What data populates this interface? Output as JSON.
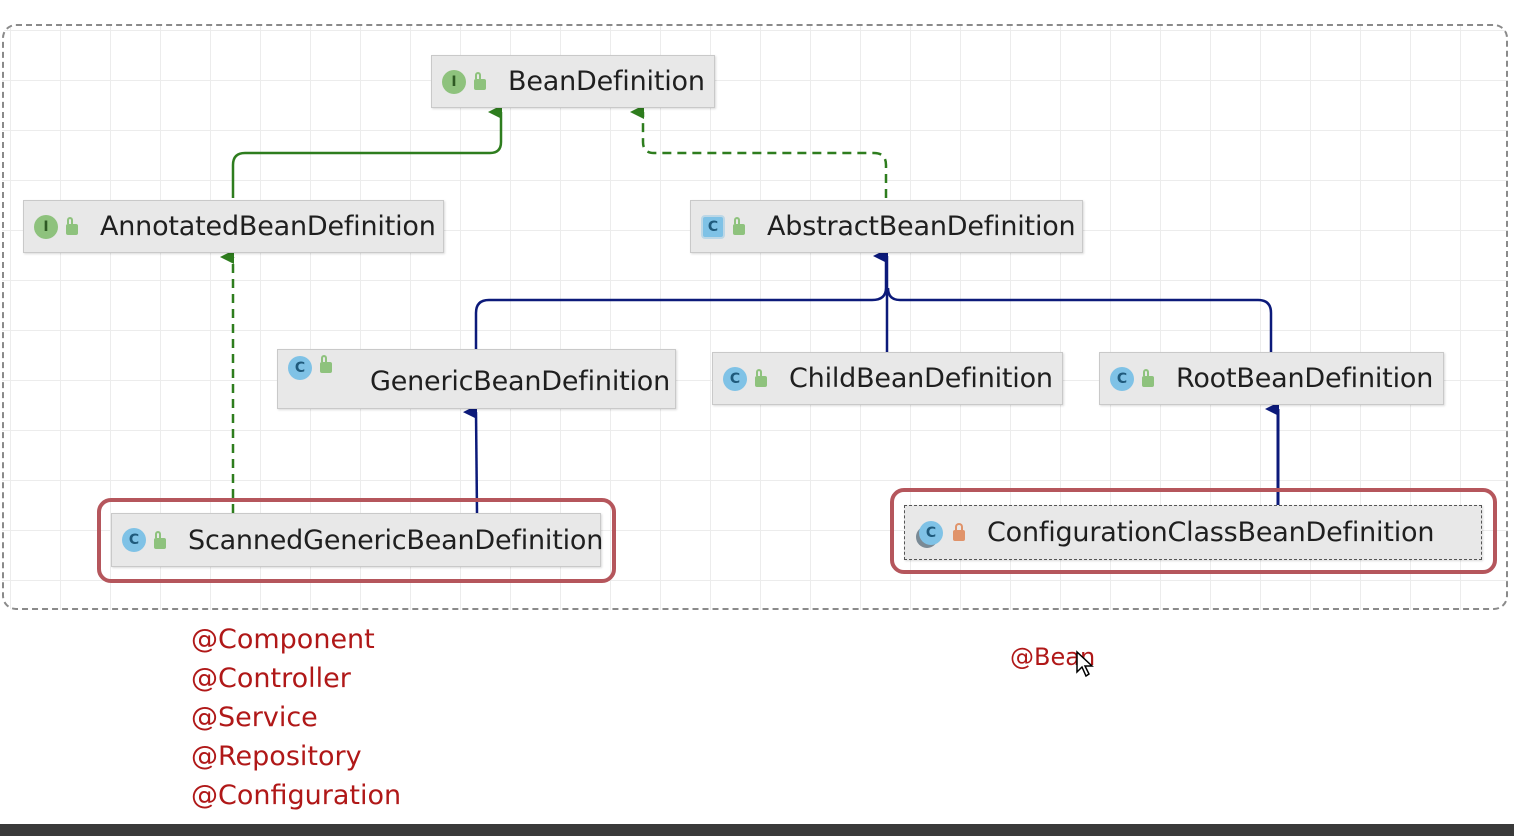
{
  "diagram": {
    "nodes": [
      {
        "id": "bean_definition",
        "label": "BeanDefinition",
        "kind": "interface"
      },
      {
        "id": "annotated_bean_definition",
        "label": "AnnotatedBeanDefinition",
        "kind": "interface"
      },
      {
        "id": "abstract_bean_definition",
        "label": "AbstractBeanDefinition",
        "kind": "abstract-class"
      },
      {
        "id": "generic_bean_definition",
        "label": "GenericBeanDefinition",
        "kind": "class"
      },
      {
        "id": "child_bean_definition",
        "label": "ChildBeanDefinition",
        "kind": "class"
      },
      {
        "id": "root_bean_definition",
        "label": "RootBeanDefinition",
        "kind": "class"
      },
      {
        "id": "scanned_generic_bean_definition",
        "label": "ScannedGenericBeanDefinition",
        "kind": "class"
      },
      {
        "id": "configuration_class_bean_definition",
        "label": "ConfigurationClassBeanDefinition",
        "kind": "class"
      }
    ],
    "edges": [
      {
        "from": "annotated_bean_definition",
        "to": "bean_definition",
        "type": "extends"
      },
      {
        "from": "abstract_bean_definition",
        "to": "bean_definition",
        "type": "implements"
      },
      {
        "from": "generic_bean_definition",
        "to": "abstract_bean_definition",
        "type": "extends"
      },
      {
        "from": "child_bean_definition",
        "to": "abstract_bean_definition",
        "type": "extends"
      },
      {
        "from": "root_bean_definition",
        "to": "abstract_bean_definition",
        "type": "extends"
      },
      {
        "from": "scanned_generic_bean_definition",
        "to": "generic_bean_definition",
        "type": "extends"
      },
      {
        "from": "scanned_generic_bean_definition",
        "to": "annotated_bean_definition",
        "type": "implements"
      },
      {
        "from": "configuration_class_bean_definition",
        "to": "root_bean_definition",
        "type": "extends"
      }
    ],
    "icons": {
      "interface": "I",
      "class": "C"
    },
    "colors": {
      "interface_edge": "#2e7d1e",
      "class_edge": "#0c1a7a",
      "highlight": "#b5565c",
      "annotation_text": "#b01818"
    }
  },
  "annotations": {
    "scanned": [
      "@Component",
      "@Controller",
      "@Service",
      "@Repository",
      "@Configuration"
    ],
    "configuration": "@Bean"
  }
}
